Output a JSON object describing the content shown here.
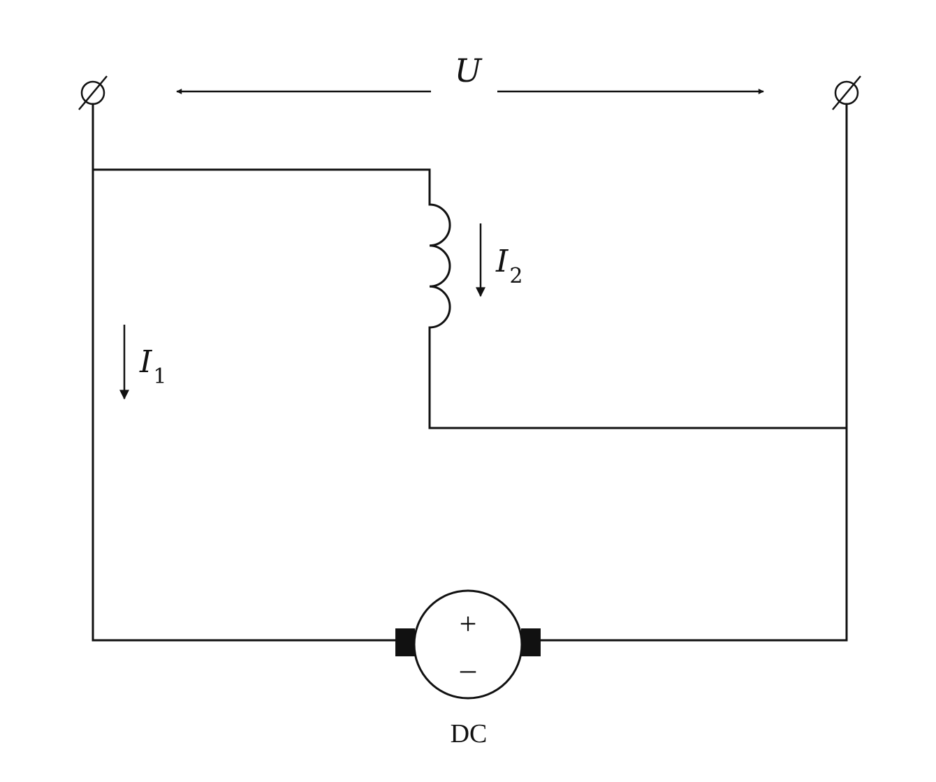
{
  "labels": {
    "voltage": "U",
    "current1_main": "I",
    "current1_sub": "1",
    "current2_main": "I",
    "current2_sub": "2",
    "source_plus": "+",
    "source_minus": "–",
    "source_name": "DC"
  },
  "colors": {
    "line": "#111111",
    "background": "#ffffff"
  },
  "icons": {
    "terminal": "terminal-circle-slash-icon",
    "inductor": "inductor-coil-icon",
    "source": "dc-source-icon",
    "arrow": "arrow-icon"
  }
}
